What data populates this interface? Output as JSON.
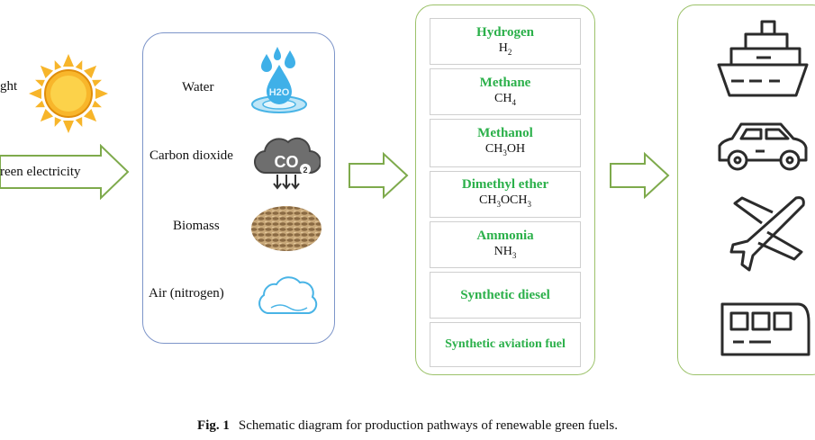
{
  "inputs_left": {
    "sunlight_label": "ght",
    "electricity_label": "reen electricity"
  },
  "inputs": [
    {
      "label": "Water",
      "icon": "water-drops-h2o-icon"
    },
    {
      "label": "Carbon dioxide",
      "icon": "co2-cloud-icon",
      "icon_text": "CO",
      "icon_sub": "2"
    },
    {
      "label": "Biomass",
      "icon": "biomass-pellets-icon"
    },
    {
      "label": "Air (nitrogen)",
      "icon": "air-cloud-icon"
    }
  ],
  "water_icon_text": "H2O",
  "fuels": [
    {
      "name": "Hydrogen",
      "f1": "H",
      "s1": "2"
    },
    {
      "name": "Methane",
      "f1": "CH",
      "s1": "4"
    },
    {
      "name": "Methanol",
      "f1": "CH",
      "s1": "3",
      "f2": "OH"
    },
    {
      "name": "Dimethyl ether",
      "f1": "CH",
      "s1": "3",
      "f2": "OCH",
      "s2": "3"
    },
    {
      "name": "Ammonia",
      "f1": "NH",
      "s1": "3"
    },
    {
      "name": "Synthetic diesel"
    },
    {
      "name": "Synthetic aviation fuel"
    }
  ],
  "transport": [
    {
      "icon": "ship-icon"
    },
    {
      "icon": "car-icon"
    },
    {
      "icon": "airplane-icon"
    },
    {
      "icon": "train-icon"
    }
  ],
  "colors": {
    "fuel_green": "#2bb04a",
    "arrow_green": "#7eaa4c",
    "panel_blue": "#7d95c9",
    "sun_orange": "#f5a623"
  },
  "caption": {
    "label": "Fig. 1",
    "text": "Schematic diagram for production pathways of renewable green fuels."
  }
}
